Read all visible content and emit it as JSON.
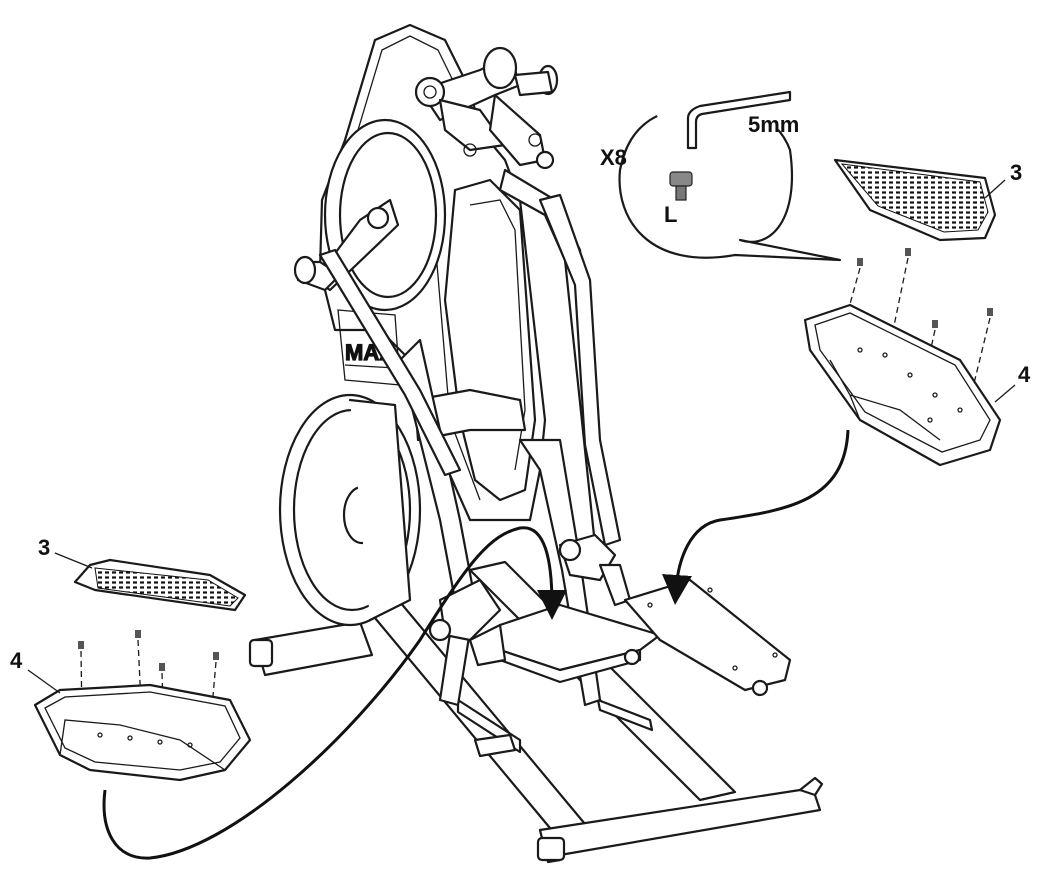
{
  "callout": {
    "quantity": "X8",
    "tool_size": "5mm",
    "bolt_label": "L"
  },
  "parts": {
    "right_pad_label": "3",
    "right_pedal_label": "4",
    "left_pad_label": "3",
    "left_pedal_label": "4"
  },
  "machine": {
    "brand_mark": "MAX"
  },
  "colors": {
    "line": "#1a1a1a",
    "background": "#ffffff"
  }
}
